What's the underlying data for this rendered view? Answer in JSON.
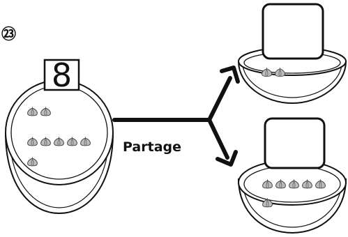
{
  "problem_number": "㉓",
  "source_bowl": {
    "count_label": "8",
    "onion_rows": [
      2,
      5,
      1
    ]
  },
  "action_label": "Partage",
  "target_bowls": [
    {
      "count_label": "",
      "onion_rows": [
        2
      ]
    },
    {
      "count_label": "",
      "onion_rows": [
        5,
        1
      ]
    }
  ],
  "colors": {
    "ink": "#111111",
    "paper": "#ffffff",
    "onion": "#b8b8b8"
  },
  "icons": {
    "onion": "onion-icon",
    "bowl": "bowl-icon",
    "arrow": "arrow-icon"
  }
}
